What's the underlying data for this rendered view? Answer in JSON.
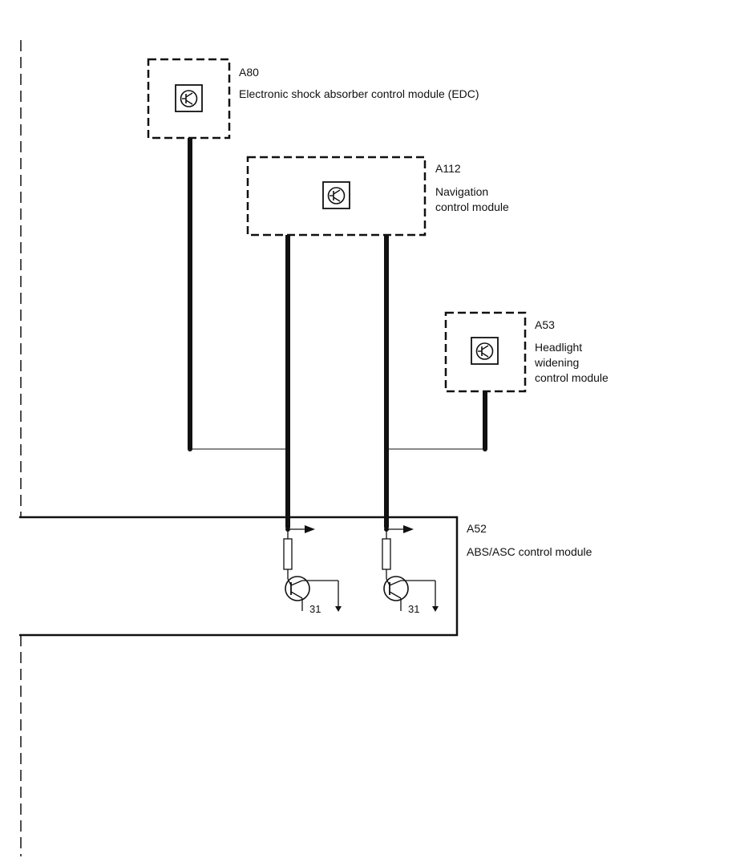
{
  "modules": {
    "a80": {
      "code": "A80",
      "name": "Electronic shock absorber control module (EDC)"
    },
    "a112": {
      "code": "A112",
      "name_line1": "Navigation",
      "name_line2": "control module"
    },
    "a53": {
      "code": "A53",
      "name_line1": "Headlight",
      "name_line2": "widening",
      "name_line3": "control  module"
    },
    "a52": {
      "code": "A52",
      "name": "ABS/ASC control module",
      "ground_left": "31",
      "ground_right": "31"
    }
  },
  "icons": {
    "module_symbol": "transistor-symbol-icon",
    "ground_symbol": "ground-icon",
    "signal_arrow": "arrow-right-icon"
  },
  "colors": {
    "line": "#111111",
    "background": "#ffffff"
  }
}
